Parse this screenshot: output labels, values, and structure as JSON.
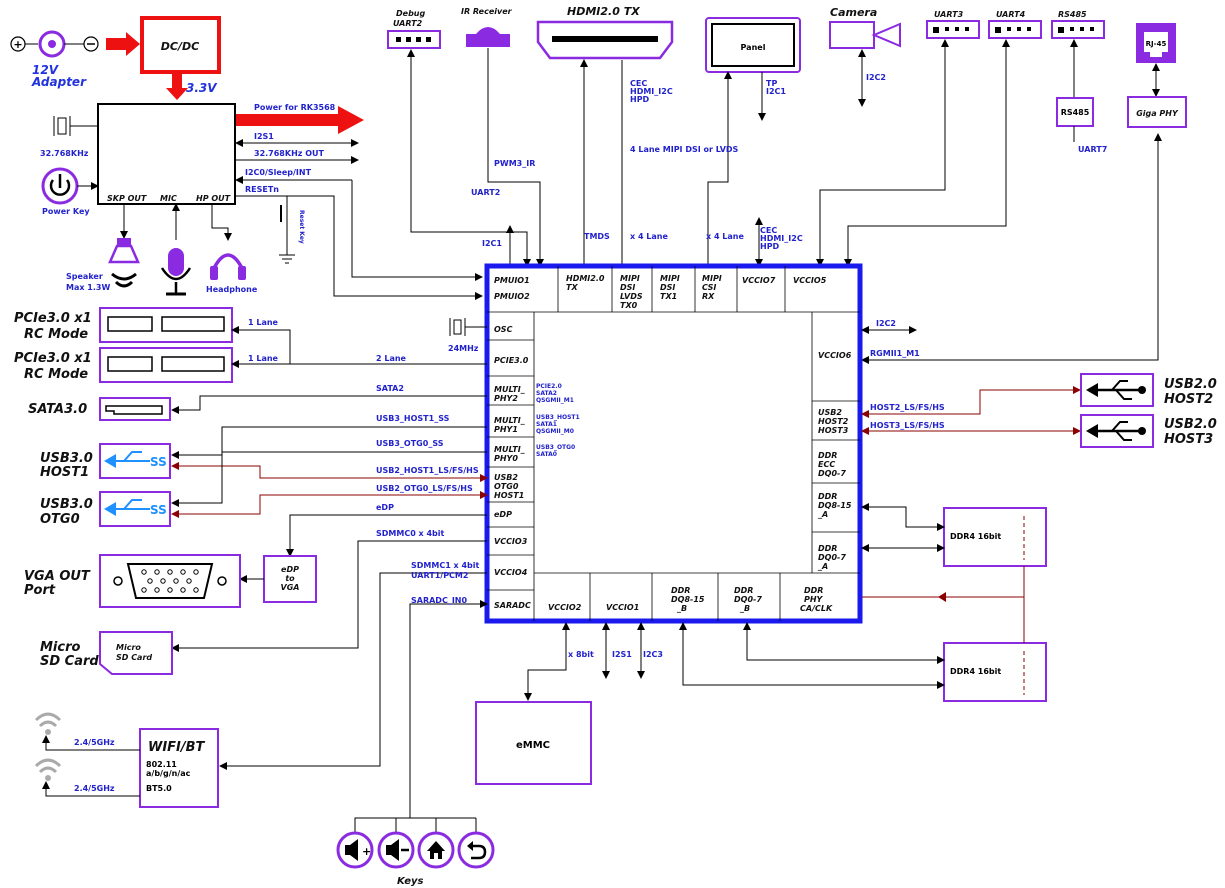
{
  "power": {
    "adapter": "12V Adapter",
    "adapter_l1": "12V",
    "adapter_l2": "Adapter",
    "dcdc": "DC/DC",
    "rail": "3.3V",
    "power_for": "Power for RK3568",
    "i2s1": "I2S1",
    "osc_out": "32.768KHz OUT",
    "i2c0": "I2C0/Sleep/INT",
    "reset": "RESETn",
    "reset_key": "Reset Key",
    "crystal": "32.768KHz",
    "power_key": "Power Key",
    "skp_out": "SKP OUT",
    "mic": "MIC",
    "hp_out": "HP OUT",
    "speaker_l1": "Speaker",
    "speaker_l2": "Max 1.3W",
    "headphone": "Headphone"
  },
  "top_connectors": {
    "debug_l1": "Debug",
    "debug_l2": "UART2",
    "ir": "IR Receiver",
    "hdmi": "HDMI2.0 TX",
    "panel": "Panel",
    "camera": "Camera",
    "uart3": "UART3",
    "uart4": "UART4",
    "rs485": "RS485",
    "rs485_box": "RS485",
    "rj45": "RJ-45",
    "giga_phy": "Giga PHY"
  },
  "top_signals": {
    "uart2": "UART2",
    "pwm3": "PWM3_IR",
    "i2c1": "I2C1",
    "tmds": "TMDS",
    "cec_l1": "CEC",
    "cec_l2": "HDMI_I2C",
    "cec_l3": "HPD",
    "mipi_note": "4 Lane MIPI DSI or LVDS",
    "x4lane_a": "x 4 Lane",
    "x4lane_b": "x 4 Lane",
    "tp_l1": "TP",
    "tp_l2": "I2C1",
    "cam_i2c": "I2C2",
    "cec2_l1": "CEC",
    "cec2_l2": "HDMI_I2C",
    "cec2_l3": "HPD",
    "uart7": "UART7"
  },
  "soc": {
    "pmuio1": "PMUIO1",
    "pmuio2": "PMUIO2",
    "hdmi_tx_l1": "HDMI2.0",
    "hdmi_tx_l2": "TX",
    "mipi_dsi_tx0": [
      "MIPI",
      "DSI",
      "LVDS",
      "TX0"
    ],
    "mipi_dsi_tx1": [
      "MIPI",
      "DSI",
      "TX1"
    ],
    "mipi_csi_rx": [
      "MIPI",
      "CSI",
      "RX"
    ],
    "vccio7": "VCCIO7",
    "vccio5": "VCCIO5",
    "osc": "OSC",
    "pcie": "PCIE3.0",
    "multi_phy2": [
      "MULTI_",
      "PHY2"
    ],
    "multi_phy1": [
      "MULTI_",
      "PHY1"
    ],
    "multi_phy0": [
      "MULTI_",
      "PHY0"
    ],
    "usb2_otg0": [
      "USB2",
      "OTG0",
      "HOST1"
    ],
    "edp": "eDP",
    "vccio3": "VCCIO3",
    "vccio4": "VCCIO4",
    "saradc": "SARADC",
    "vccio2": "VCCIO2",
    "vccio1": "VCCIO1",
    "ddr_b1": [
      "DDR",
      "DQ8-15",
      "_B"
    ],
    "ddr_b0": [
      "DDR",
      "DQ0-7",
      "_B"
    ],
    "ddr_phy": [
      "DDR",
      "PHY",
      "CA/CLK"
    ],
    "vccio6": "VCCIO6",
    "usb2_host23": [
      "USB2",
      "HOST2",
      "HOST3"
    ],
    "ddr_ecc": [
      "DDR",
      "ECC",
      "DQ0-7"
    ],
    "ddr_a1": [
      "DDR",
      "DQ8-15",
      "_A"
    ],
    "ddr_a0": [
      "DDR",
      "DQ0-7",
      "_A"
    ],
    "phy2_note": [
      "PCIE2.0",
      "SATA2",
      "QSGMII_M1"
    ],
    "phy1_note": [
      "USB3_HOST1",
      "SATA1",
      "QSGMII_M0"
    ],
    "phy0_note": [
      "USB3_OTG0",
      "SATA0"
    ]
  },
  "left": {
    "pcie1_l1": "PCIe3.0 x1",
    "pcie1_l2": "RC Mode",
    "pcie2_l1": "PCIe3.0 x1",
    "pcie2_l2": "RC Mode",
    "sata": "SATA3.0",
    "usb3h_l1": "USB3.0",
    "usb3h_l2": "HOST1",
    "usb3o_l1": "USB3.0",
    "usb3o_l2": "OTG0",
    "vga_l1": "VGA OUT",
    "vga_l2": "Port",
    "edp2vga": [
      "eDP",
      "to",
      "VGA"
    ],
    "sd_l1": "Micro",
    "sd_l2": "SD Card",
    "sd_box": [
      "Micro",
      "SD Card"
    ],
    "wifi": "WIFI/BT",
    "wifi_std": "802.11",
    "wifi_abgn": "a/b/g/n/ac",
    "bt": "BT5.0",
    "ghz1": "2.4/5GHz",
    "ghz2": "2.4/5GHz",
    "keys": "Keys",
    "crystal24": "24MHz"
  },
  "left_signals": {
    "lane1a": "1 Lane",
    "lane1b": "1 Lane",
    "lane2": "2 Lane",
    "sata2": "SATA2",
    "usb3_host1_ss": "USB3_HOST1_SS",
    "usb3_otg0_ss": "USB3_OTG0_SS",
    "usb2_host1": "USB2_HOST1_LS/FS/HS",
    "usb2_otg0": "USB2_OTG0_LS/FS/HS",
    "edp": "eDP",
    "sdmmc0": "SDMMC0 x 4bit",
    "sdmmc1": "SDMMC1 x 4bit",
    "uart1": "UART1/PCM2",
    "saradc": "SARADC_IN0"
  },
  "right": {
    "i2c2": "I2C2",
    "rgmii": "RGMII1_M1",
    "host2_sig": "HOST2_LS/FS/HS",
    "host3_sig": "HOST3_LS/FS/HS",
    "usb2h2_l1": "USB2.0",
    "usb2h2_l2": "HOST2",
    "usb2h3_l1": "USB2.0",
    "usb2h3_l2": "HOST3",
    "ddr4a": "DDR4 16bit",
    "ddr4b": "DDR4 16bit"
  },
  "bottom": {
    "x8bit": "x 8bit",
    "i2s1": "I2S1",
    "i2c3": "I2C3",
    "emmc": "eMMC"
  },
  "colors": {
    "soc_border": "#1a1aee",
    "purple": "#8a2be2",
    "red": "#ee1111",
    "darkred": "#8b0000",
    "blue_text": "#2233dd",
    "usb_blue": "#1e90ff"
  }
}
